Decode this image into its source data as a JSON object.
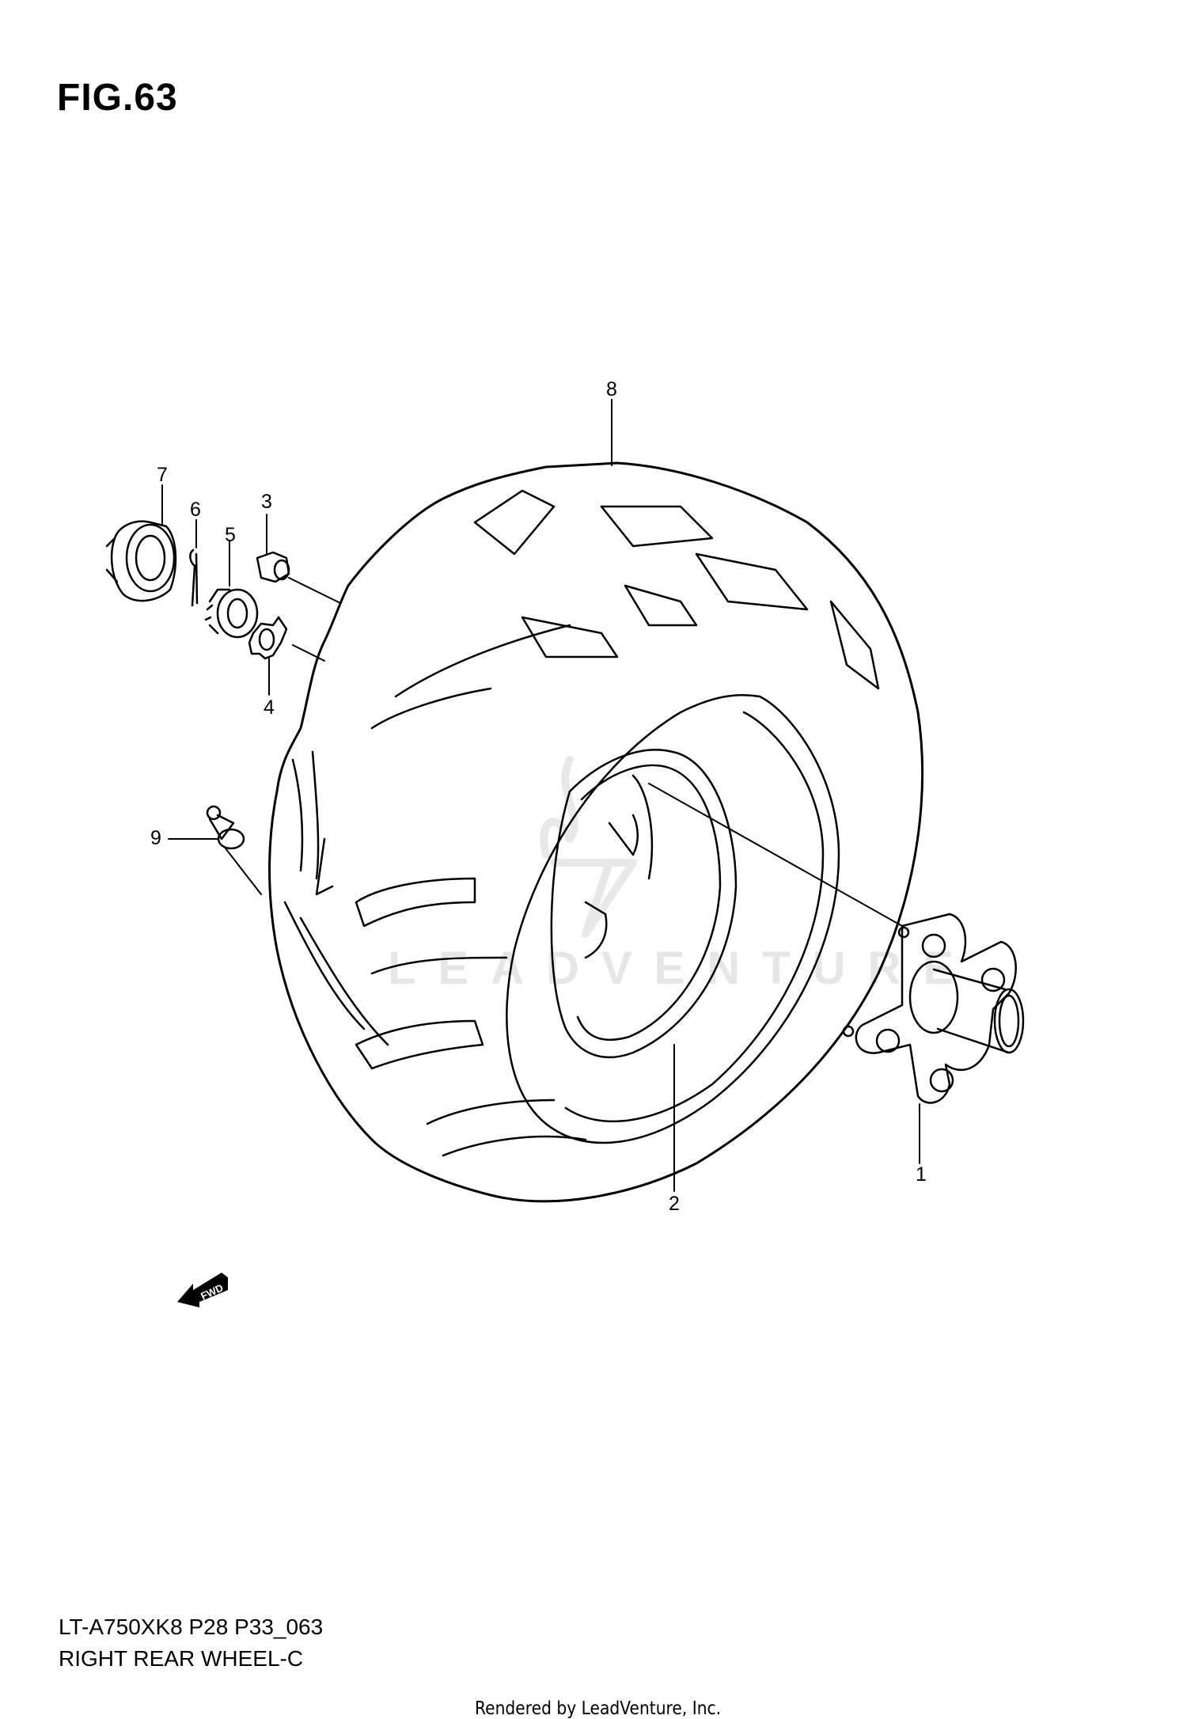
{
  "figure": {
    "title": "FIG.63"
  },
  "callouts": [
    {
      "number": "1",
      "part": "hub"
    },
    {
      "number": "2",
      "part": "wheel-rim"
    },
    {
      "number": "3",
      "part": "nut"
    },
    {
      "number": "4",
      "part": "washer"
    },
    {
      "number": "5",
      "part": "castle-nut"
    },
    {
      "number": "6",
      "part": "cotter-pin"
    },
    {
      "number": "7",
      "part": "cap"
    },
    {
      "number": "8",
      "part": "tire"
    },
    {
      "number": "9",
      "part": "valve"
    }
  ],
  "direction_indicator": {
    "label": "FWD",
    "icon": "arrow-left-icon"
  },
  "watermark": {
    "text": "LEADVENTURE"
  },
  "footer": {
    "model_code": "LT-A750XK8 P28 P33_063",
    "section_name": "RIGHT REAR WHEEL-C",
    "credit": "Rendered by LeadVenture, Inc."
  }
}
